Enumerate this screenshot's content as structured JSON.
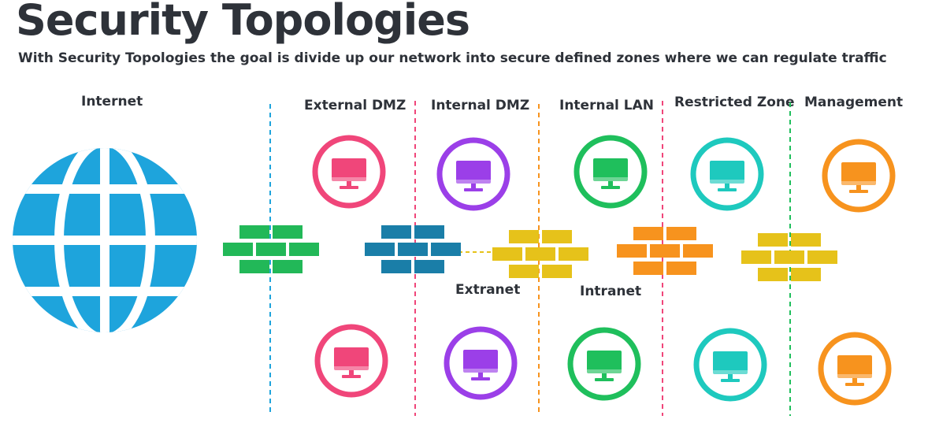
{
  "title": "Security Topologies",
  "subtitle": "With Security Topologies the goal is divide up our network into secure defined zones where we can regulate traffic",
  "zones": {
    "internet": {
      "label": "Internet",
      "color": "#1ea4dc",
      "icon": "globe-icon"
    },
    "external_dmz": {
      "label": "External DMZ",
      "color": "#f0467a",
      "icon": "monitor-icon"
    },
    "internal_dmz": {
      "label": "Internal DMZ",
      "color": "#9b3fe8",
      "icon": "monitor-icon"
    },
    "internal_lan": {
      "label": "Internal LAN",
      "color": "#1fbf5c",
      "icon": "monitor-icon"
    },
    "restricted_zone": {
      "label": "Restricted Zone",
      "color": "#1ec9be",
      "icon": "monitor-icon"
    },
    "management": {
      "label": "Management",
      "color": "#f7931e",
      "icon": "monitor-icon"
    }
  },
  "segments": {
    "extranet": {
      "label": "Extranet"
    },
    "intranet": {
      "label": "Intranet"
    }
  },
  "firewalls": [
    {
      "name": "firewall-internet-external",
      "color": "#22b858"
    },
    {
      "name": "firewall-external-internal",
      "color": "#1a7ea8"
    },
    {
      "name": "firewall-extranet",
      "color": "#e6c21a"
    },
    {
      "name": "firewall-intranet",
      "color": "#f7931e"
    },
    {
      "name": "firewall-management",
      "color": "#e6c21a"
    }
  ],
  "boundary_colors": [
    "#1ea4dc",
    "#f0467a",
    "#f7931e",
    "#f0467a",
    "#1fbf5c"
  ]
}
